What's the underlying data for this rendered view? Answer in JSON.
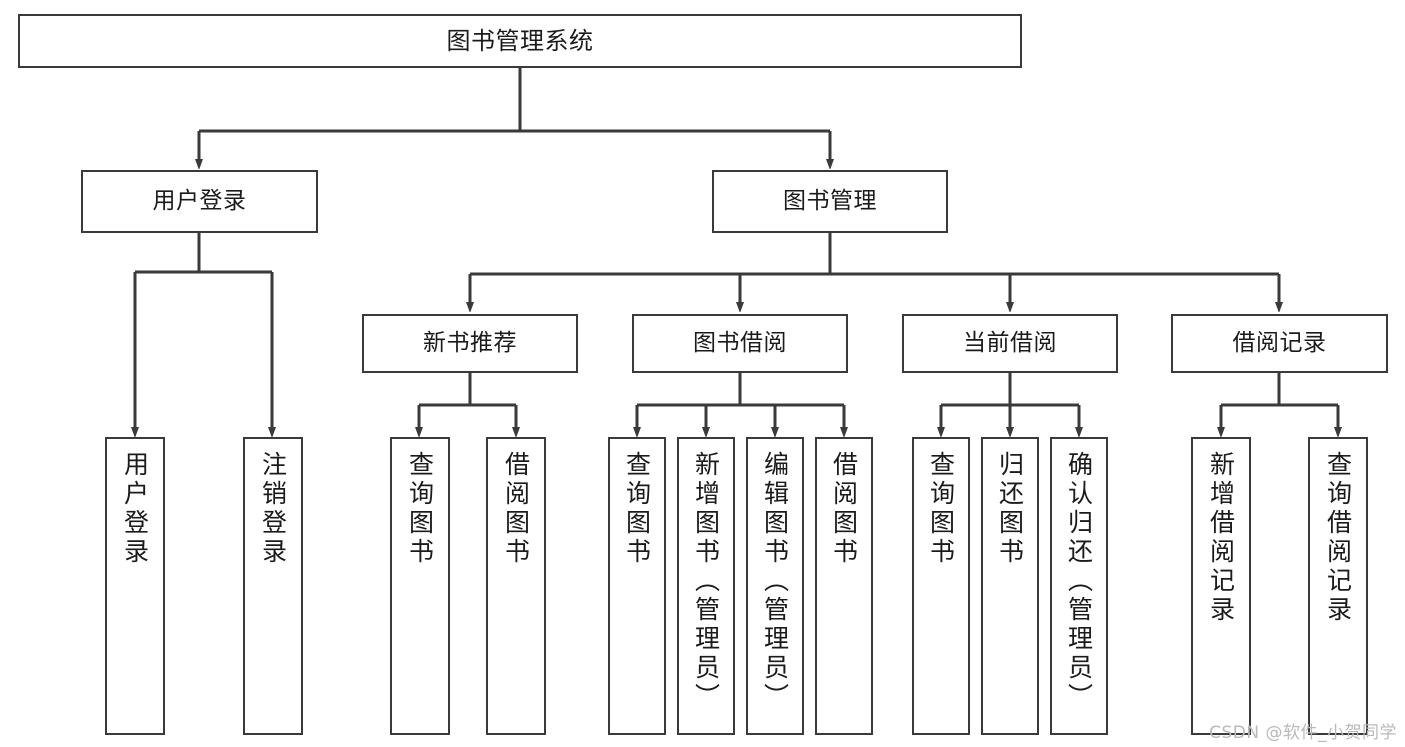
{
  "diagram": {
    "title": "图书管理系统",
    "root": {
      "id": "root",
      "label": "图书管理系统"
    },
    "level2": [
      {
        "id": "user-login",
        "label": "用户登录"
      },
      {
        "id": "book-manage",
        "label": "图书管理"
      }
    ],
    "level3": [
      {
        "id": "new-book-recommend",
        "label": "新书推荐"
      },
      {
        "id": "book-borrow",
        "label": "图书借阅"
      },
      {
        "id": "current-borrow",
        "label": "当前借阅"
      },
      {
        "id": "borrow-record",
        "label": "借阅记录"
      }
    ],
    "leaves": [
      {
        "id": "leaf-user-login",
        "label": "用户登录",
        "parent": "user-login"
      },
      {
        "id": "leaf-logout-login",
        "label": "注销登录",
        "parent": "user-login"
      },
      {
        "id": "leaf-query-book-1",
        "label": "查询图书",
        "parent": "new-book-recommend"
      },
      {
        "id": "leaf-borrow-book-1",
        "label": "借阅图书",
        "parent": "new-book-recommend"
      },
      {
        "id": "leaf-query-book-2",
        "label": "查询图书",
        "parent": "book-borrow"
      },
      {
        "id": "leaf-add-book",
        "label": "新增图书（管理员）",
        "parent": "book-borrow"
      },
      {
        "id": "leaf-edit-book",
        "label": "编辑图书（管理员）",
        "parent": "book-borrow"
      },
      {
        "id": "leaf-borrow-book-2",
        "label": "借阅图书",
        "parent": "book-borrow"
      },
      {
        "id": "leaf-query-book-3",
        "label": "查询图书",
        "parent": "current-borrow"
      },
      {
        "id": "leaf-return-book",
        "label": "归还图书",
        "parent": "current-borrow"
      },
      {
        "id": "leaf-confirm-return",
        "label": "确认归还（管理员）",
        "parent": "current-borrow"
      },
      {
        "id": "leaf-add-record",
        "label": "新增借阅记录",
        "parent": "borrow-record"
      },
      {
        "id": "leaf-query-record",
        "label": "查询借阅记录",
        "parent": "borrow-record"
      }
    ]
  },
  "watermark": {
    "text": "CSDN @软件_小贺同学"
  },
  "colors": {
    "box_border": "#3a3a3a",
    "box_fill": "#ffffff",
    "connector": "#3a3a3a",
    "text": "#1b1b1b",
    "watermark": "#b9b9b9",
    "background": "#ffffff"
  }
}
